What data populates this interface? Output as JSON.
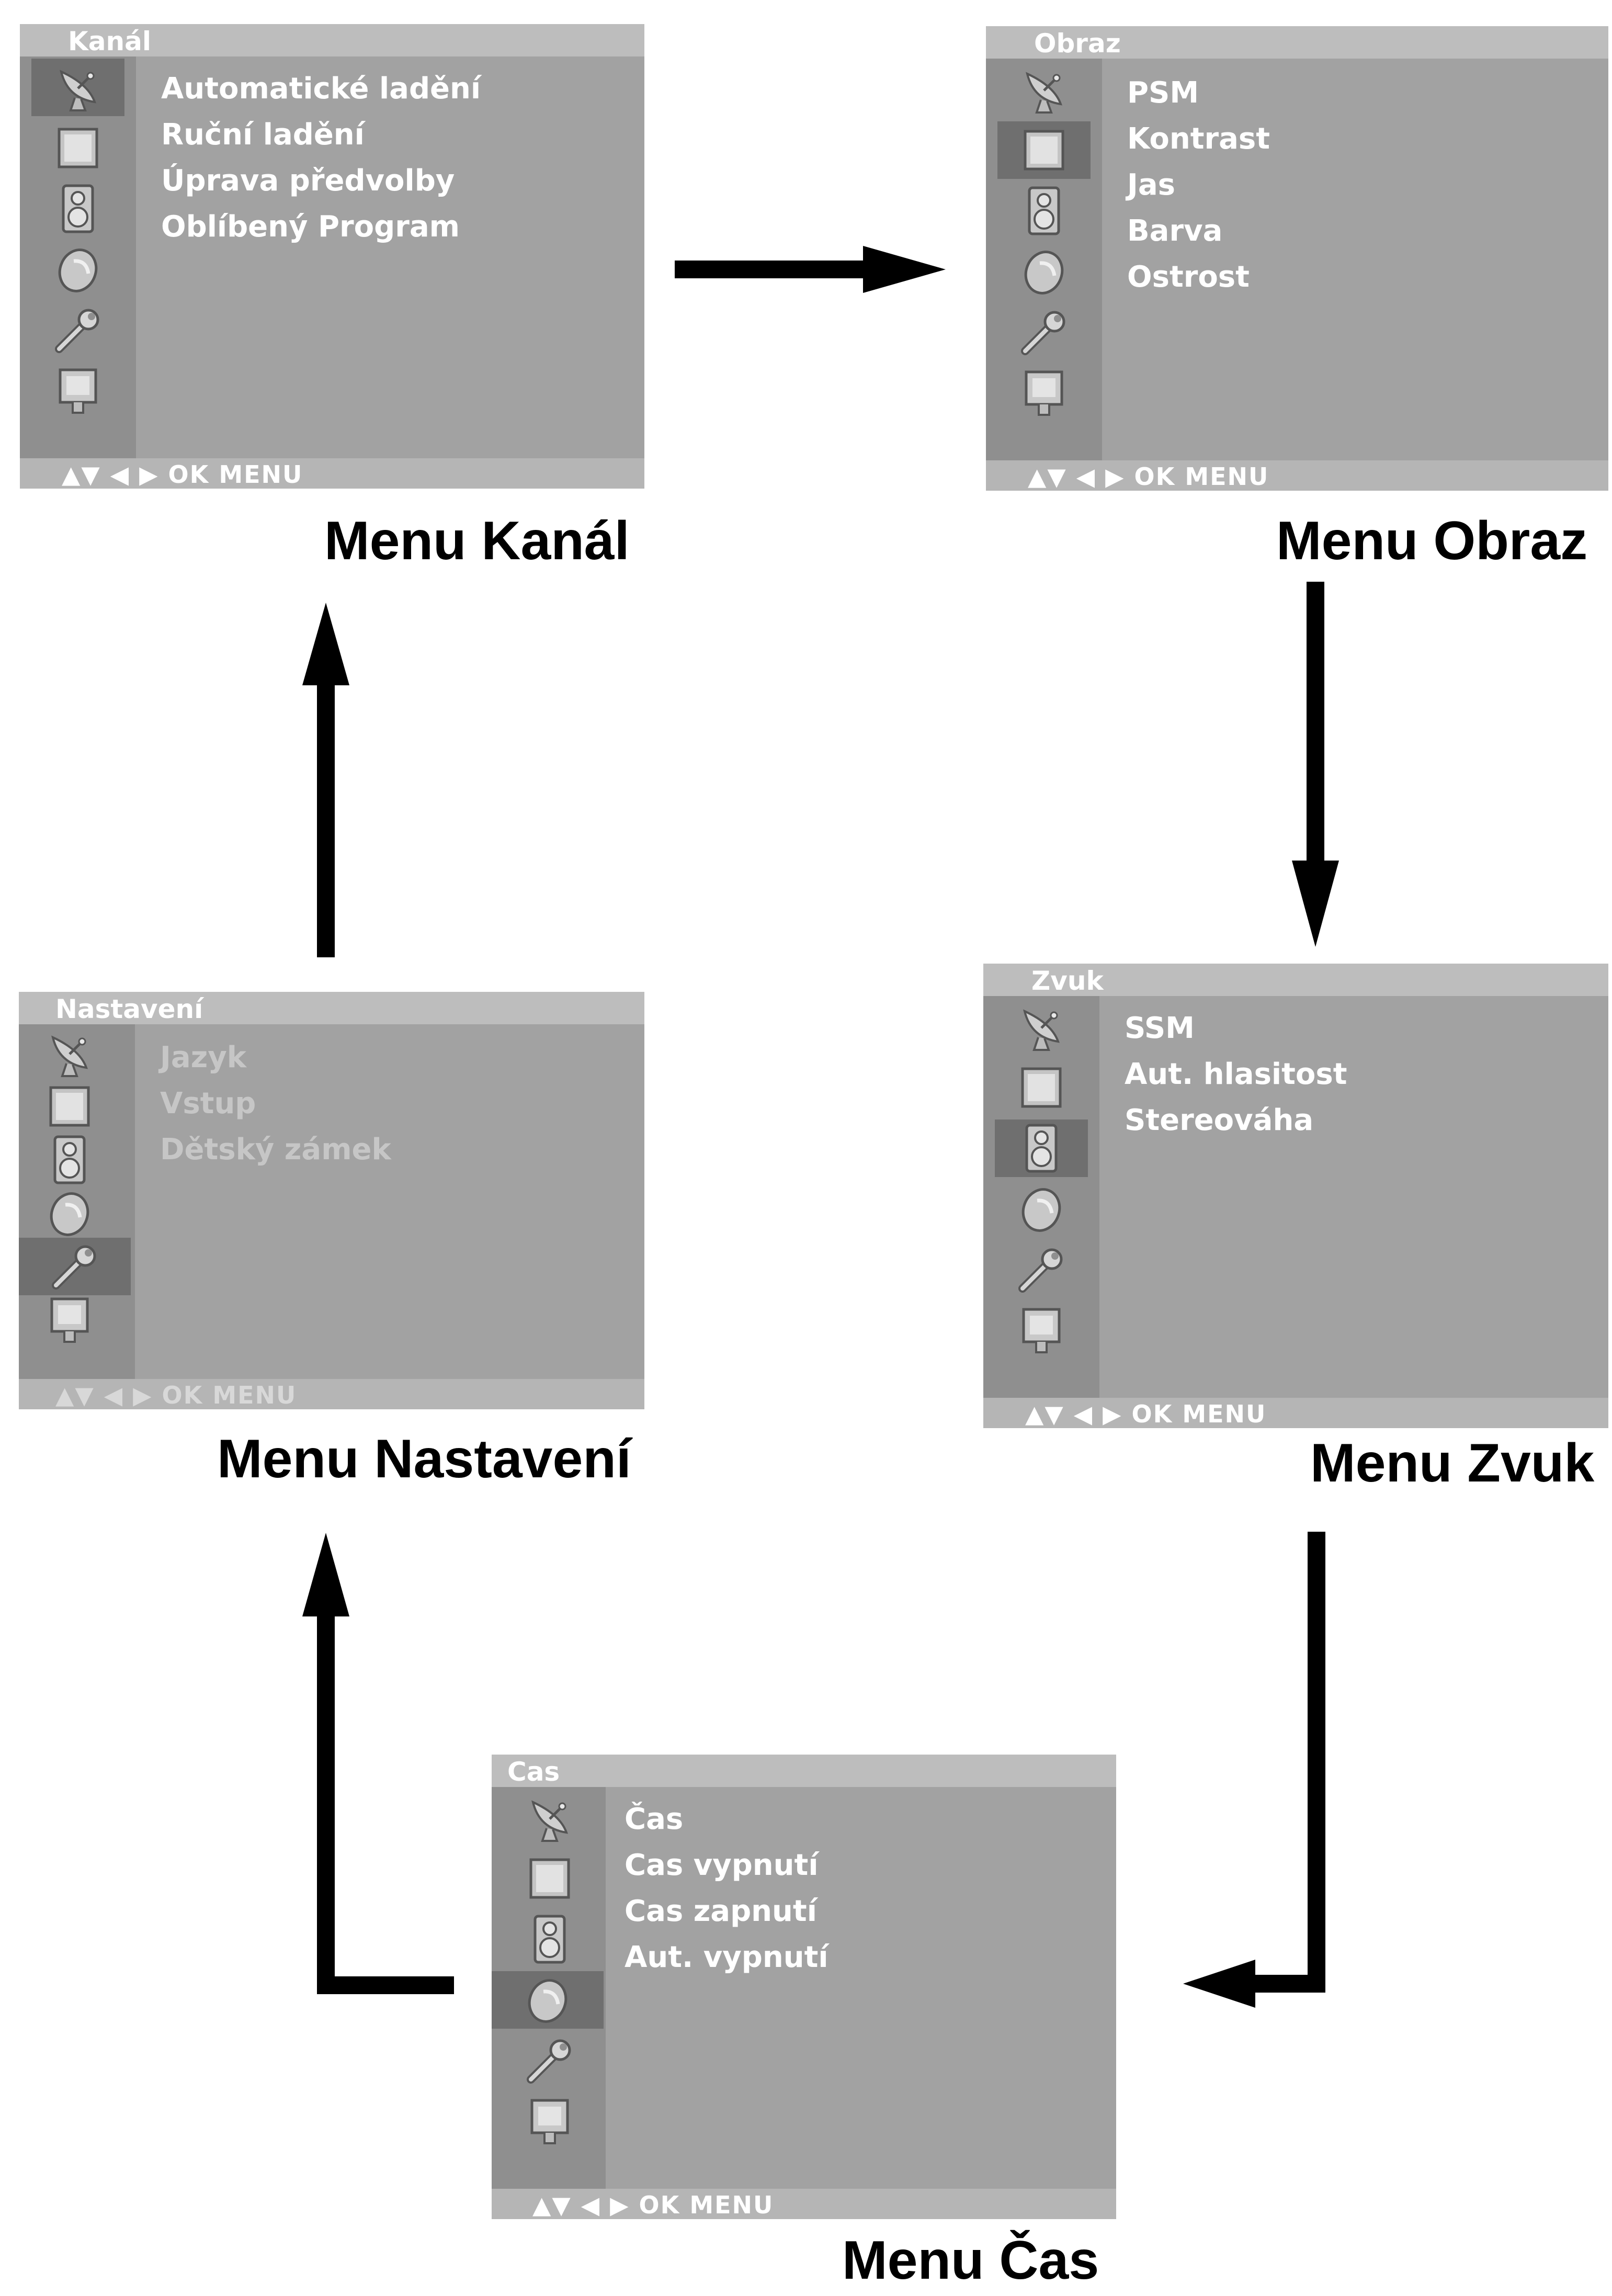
{
  "menus": {
    "kanal": {
      "title": "Kanál",
      "items": [
        "Automatické ladění",
        "Ruční ladění",
        "Úprava předvolby",
        "Oblíbený Program"
      ],
      "footer": "▲▼ ◀ ▶ OK MENU",
      "caption": "Menu Kanál"
    },
    "obraz": {
      "title": "Obraz",
      "items": [
        "PSM",
        "Kontrast",
        "Jas",
        "Barva",
        "Ostrost"
      ],
      "footer": "▲▼ ◀ ▶ OK MENU",
      "caption": "Menu Obraz"
    },
    "zvuk": {
      "title": "Zvuk",
      "items": [
        "SSM",
        "Aut. hlasitost",
        "Stereováha"
      ],
      "footer": "▲▼ ◀ ▶ OK MENU",
      "caption": "Menu Zvuk"
    },
    "nastaveni": {
      "title": "Nastavení",
      "items": [
        "Jazyk",
        "Vstup",
        "Dětský zámek"
      ],
      "footer": "▲▼ ◀ ▶ OK MENU",
      "caption": "Menu Nastavení"
    },
    "cas": {
      "title": "Cas",
      "items": [
        "Čas",
        "Cas vypnutí",
        "Cas zapnutí",
        "Aut. vypnutí"
      ],
      "footer": "▲▼ ◀ ▶ OK MENU",
      "caption": "Menu Čas"
    }
  },
  "sidebar_icons": [
    "satellite-dish-icon",
    "picture-icon",
    "speaker-icon",
    "clock-icon",
    "wrench-icon",
    "input-icon"
  ],
  "colors": {
    "panel_bg": "#a2a2a2",
    "titlebar_bg": "#bdbdbd",
    "selected_icon_bg": "#6f6f6f",
    "menu_text": "#ffffff",
    "arrow": "#000000"
  }
}
